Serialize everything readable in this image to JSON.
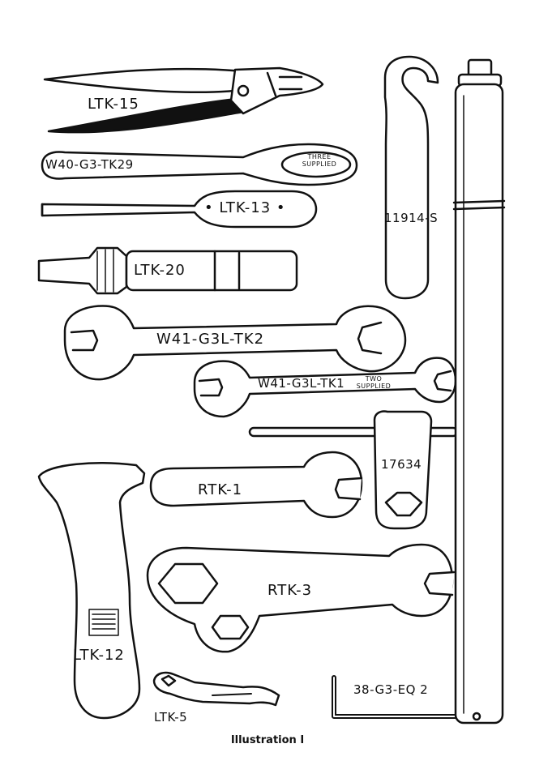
{
  "tools": {
    "pliers": "LTK-15",
    "spanner_long": "W40-G3-TK29",
    "spanner_long_note_1": "THREE",
    "spanner_long_note_2": "SUPPLIED",
    "screwdriver": "• LTK-13 •",
    "box_tool": "LTK-20",
    "double_spanner_large": "W41-G3L-TK2",
    "double_spanner_small": "W41-G3L-TK1",
    "double_spanner_small_note_1": "TWO",
    "double_spanner_small_note_2": "SUPPLIED",
    "hook_spanner": "11914-S",
    "tommy_bar_box": "17634",
    "open_spanner": "RTK-1",
    "hex_spanner": "RTK-3",
    "adjustable_wrench": "LTK-12",
    "small_tool": "LTK-5",
    "allen_key": "38-G3-EQ 2"
  },
  "caption": "Illustration I"
}
